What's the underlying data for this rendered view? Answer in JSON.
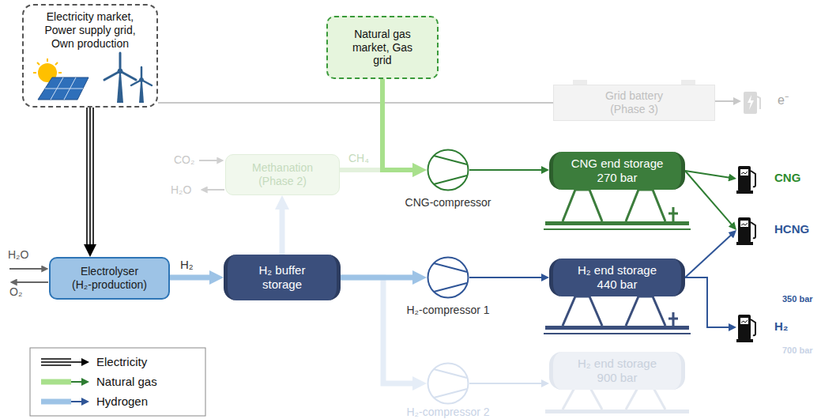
{
  "diagram": {
    "nodes": [
      {
        "text": [
          "Electricity market, Power supply grid, Own production"
        ]
      },
      {
        "text": [
          "Natural gas market, Gas grid"
        ]
      },
      {
        "text": [
          "Grid battery (Phase 3)"
        ]
      },
      {
        "text": [
          "e⁻"
        ]
      },
      {
        "text": [
          "Methanation (Phase 2)"
        ]
      },
      {
        "text": [
          "CNG-compressor"
        ]
      },
      {
        "text": [
          "CNG end storage 270 bar"
        ]
      },
      {
        "text": [
          "CNG"
        ]
      },
      {
        "text": [
          "HCNG"
        ]
      },
      {
        "text": [
          "Electrolyser (H₂-production)"
        ]
      },
      {
        "text": [
          "H₂ buffer storage"
        ]
      },
      {
        "text": [
          "H₂-compressor 1"
        ]
      },
      {
        "text": [
          "H₂ end storage 440 bar"
        ]
      },
      {
        "text": [
          "H₂"
        ]
      },
      {
        "text": [
          "H₂-compressor 2"
        ]
      },
      {
        "text": [
          "H₂ end storage 900 bar"
        ]
      }
    ],
    "edges": [
      {
        "from": 0,
        "to": 9,
        "arrow": "to"
      },
      {
        "from": 0,
        "to": 2,
        "arrow": "none"
      },
      {
        "from": 2,
        "to": 3,
        "arrow": "to"
      },
      {
        "from": 1,
        "to": 5,
        "arrow": "to"
      },
      {
        "from": 4,
        "to": 5,
        "arrow": "to",
        "label": "CH₄"
      },
      {
        "from": 9,
        "to": 10,
        "arrow": "to",
        "label": "H₂"
      },
      {
        "from": 10,
        "to": 4,
        "arrow": "to"
      },
      {
        "from": 10,
        "to": 11,
        "arrow": "to"
      },
      {
        "from": 10,
        "to": 14,
        "arrow": "to"
      },
      {
        "from": 5,
        "to": 6,
        "arrow": "to"
      },
      {
        "from": 11,
        "to": 12,
        "arrow": "to"
      },
      {
        "from": 14,
        "to": 15,
        "arrow": "to"
      },
      {
        "from": 6,
        "to": 7,
        "arrow": "to"
      },
      {
        "from": 6,
        "to": 8,
        "arrow": "to"
      },
      {
        "from": 12,
        "to": 8,
        "arrow": "to"
      },
      {
        "from": 12,
        "to": 13,
        "arrow": "to"
      }
    ],
    "labels": [
      "CO₂",
      "H₂O",
      "H₂O",
      "O₂",
      "350 bar",
      "700 bar"
    ],
    "legend": [
      {
        "text": "Electricity"
      },
      {
        "text": "Natural gas"
      },
      {
        "text": "Hydrogen"
      }
    ]
  }
}
